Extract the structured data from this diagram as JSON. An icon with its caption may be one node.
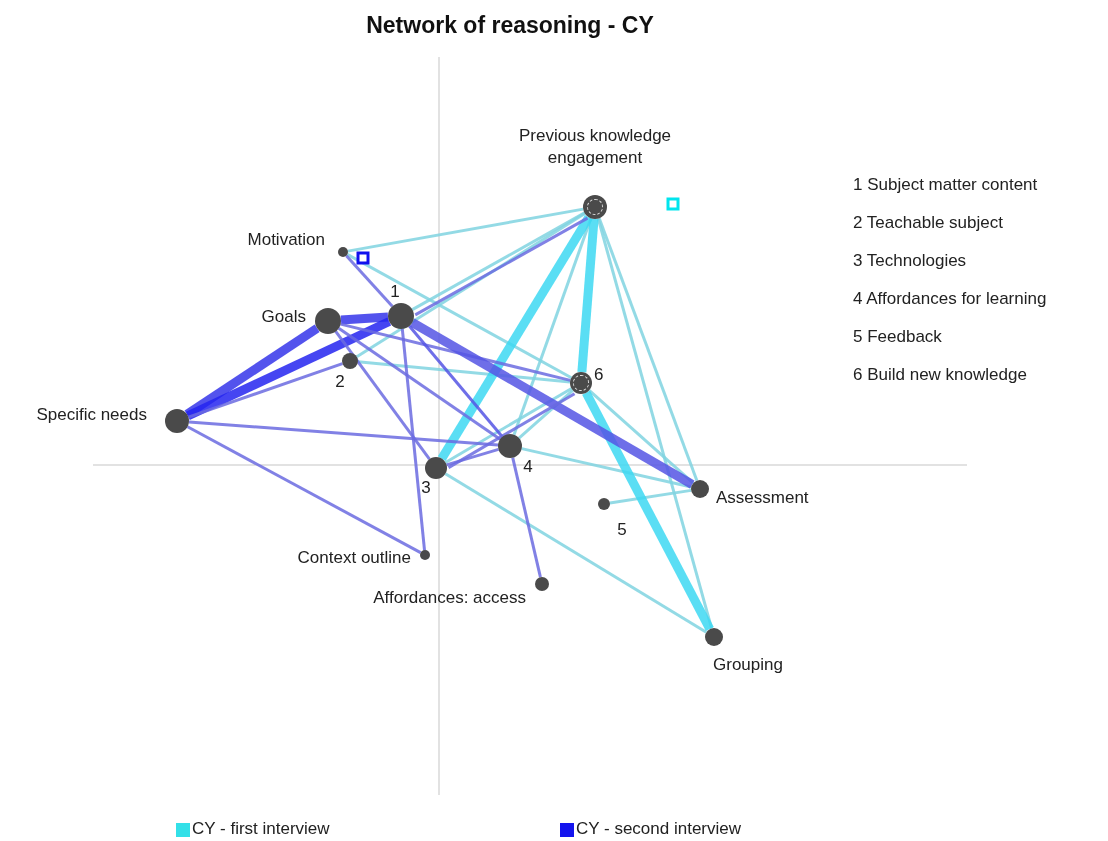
{
  "diagram": {
    "title": "Network of reasoning - CY",
    "nodes": [
      {
        "text": [
          "Previous knowledge engagement"
        ]
      },
      {
        "text": [
          "Motivation"
        ]
      },
      {
        "text": [
          "1"
        ]
      },
      {
        "text": [
          "Goals"
        ]
      },
      {
        "text": [
          "2"
        ]
      },
      {
        "text": [
          "6"
        ]
      },
      {
        "text": [
          "Specific needs"
        ]
      },
      {
        "text": [
          "4"
        ]
      },
      {
        "text": [
          "3"
        ]
      },
      {
        "text": [
          "Assessment"
        ]
      },
      {
        "text": [
          "5"
        ]
      },
      {
        "text": [
          "Context outline"
        ]
      },
      {
        "text": [
          "Affordances: access"
        ]
      },
      {
        "text": [
          "Grouping"
        ]
      }
    ],
    "edges": [
      {
        "from": 1,
        "to": 0,
        "arrow": "none"
      },
      {
        "from": 1,
        "to": 5,
        "arrow": "none"
      },
      {
        "from": 2,
        "to": 0,
        "arrow": "none"
      },
      {
        "from": 4,
        "to": 0,
        "arrow": "none"
      },
      {
        "from": 0,
        "to": 7,
        "arrow": "none"
      },
      {
        "from": 0,
        "to": 9,
        "arrow": "none"
      },
      {
        "from": 0,
        "to": 13,
        "arrow": "none"
      },
      {
        "from": 5,
        "to": 9,
        "arrow": "none"
      },
      {
        "from": 5,
        "to": 8,
        "arrow": "none"
      },
      {
        "from": 4,
        "to": 5,
        "arrow": "none"
      },
      {
        "from": 7,
        "to": 9,
        "arrow": "none"
      },
      {
        "from": 8,
        "to": 13,
        "arrow": "none"
      },
      {
        "from": 10,
        "to": 9,
        "arrow": "none"
      },
      {
        "from": 5,
        "to": 7,
        "arrow": "none"
      },
      {
        "from": 0,
        "to": 8,
        "arrow": "none",
        "style": "thick",
        "color": "#3dd8f2"
      },
      {
        "from": 0,
        "to": 5,
        "arrow": "none",
        "style": "thick",
        "color": "#3dd8f2"
      },
      {
        "from": 5,
        "to": 13,
        "arrow": "none",
        "style": "thick",
        "color": "#3dd8f2"
      },
      {
        "from": 1,
        "to": 2,
        "arrow": "none",
        "color": "#6b6be0"
      },
      {
        "from": 2,
        "to": 0,
        "arrow": "none",
        "color": "#6b6be0"
      },
      {
        "from": 3,
        "to": 2,
        "arrow": "none",
        "style": "thick",
        "color": "#3535ea"
      },
      {
        "from": 3,
        "to": 6,
        "arrow": "none",
        "style": "thick",
        "color": "#3535ea"
      },
      {
        "from": 2,
        "to": 6,
        "arrow": "none",
        "style": "thick",
        "color": "#2525f0"
      },
      {
        "from": 4,
        "to": 6,
        "arrow": "none",
        "color": "#6b6be0"
      },
      {
        "from": 3,
        "to": 8,
        "arrow": "none",
        "color": "#6b6be0"
      },
      {
        "from": 3,
        "to": 7,
        "arrow": "none",
        "color": "#6b6be0"
      },
      {
        "from": 3,
        "to": 5,
        "arrow": "none",
        "color": "#6b6be0"
      },
      {
        "from": 2,
        "to": 9,
        "arrow": "none",
        "style": "thick",
        "color": "#5555e4"
      },
      {
        "from": 2,
        "to": 7,
        "arrow": "none",
        "color": "#5555e4"
      },
      {
        "from": 2,
        "to": 11,
        "arrow": "none",
        "color": "#6b6be0"
      },
      {
        "from": 6,
        "to": 7,
        "arrow": "none",
        "color": "#6b6be0"
      },
      {
        "from": 6,
        "to": 11,
        "arrow": "none",
        "color": "#6b6be0"
      },
      {
        "from": 8,
        "to": 7,
        "arrow": "none",
        "color": "#6b6be0"
      },
      {
        "from": 8,
        "to": 5,
        "arrow": "none",
        "color": "#6b6be0"
      },
      {
        "from": 7,
        "to": 12,
        "arrow": "none",
        "color": "#6b6be0"
      }
    ],
    "labels": [
      "1 Subject matter content",
      "2 Teachable subject",
      "3 Technologies",
      "4 Affordances for learning",
      "5 Feedback",
      "6 Build new knowledge"
    ],
    "legend": [
      {
        "text": "CY - first interview",
        "color": "#33e0e8"
      },
      {
        "text": "CY - second interview",
        "color": "#1414ee"
      }
    ]
  }
}
